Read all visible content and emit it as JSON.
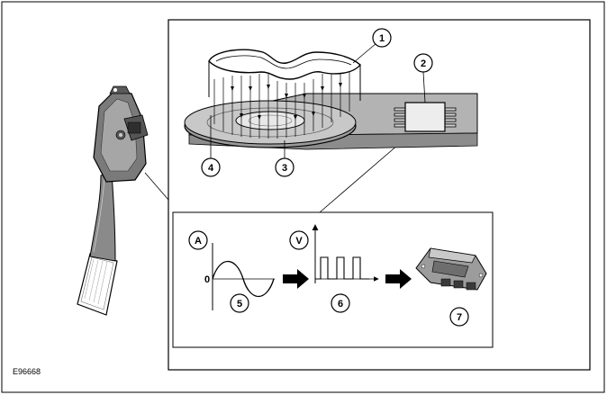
{
  "figure_id": "E96668",
  "callouts": {
    "c1": "1",
    "c2": "2",
    "c3": "3",
    "c4": "4",
    "c5": "5",
    "c6": "6",
    "c7": "7",
    "a": "A",
    "v": "V"
  },
  "axis_zero": "0",
  "icons": [
    "accelerator-pedal-icon",
    "hall-sensor-chip-icon",
    "magnet-ring-icon",
    "ecm-module-icon",
    "arrow-right-icon"
  ]
}
